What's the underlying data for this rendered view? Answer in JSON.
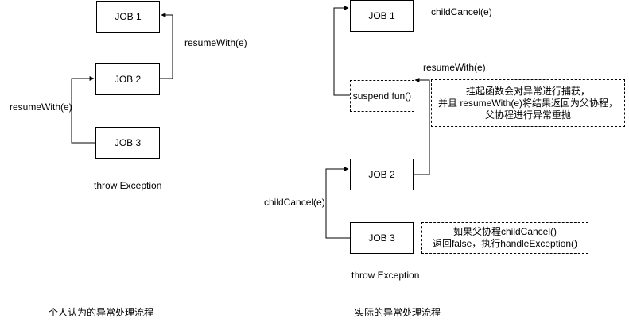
{
  "left": {
    "job1": "JOB 1",
    "job2": "JOB 2",
    "job3": "JOB 3",
    "resume_with_upper": "resumeWith(e)",
    "resume_with_lower": "resumeWith(e)",
    "throw_exception": "throw Exception",
    "caption": "个人认为的异常处理流程"
  },
  "right": {
    "job1": "JOB 1",
    "child_cancel_top": "childCancel(e)",
    "resume_with": "resumeWith(e)",
    "suspend_fun": "suspend fun()",
    "note_suspend": {
      "line1": "挂起函数会对异常进行捕获，",
      "line2": "并且 resumeWith(e)将结果返回为父协程，",
      "line3": "父协程进行异常重抛"
    },
    "job2": "JOB 2",
    "child_cancel_mid": "childCancel(e)",
    "job3": "JOB 3",
    "note_child_cancel": {
      "line1": "如果父协程childCancel()",
      "line2": "返回false，执行handleException()"
    },
    "throw_exception": "throw Exception",
    "caption": "实际的异常处理流程"
  }
}
